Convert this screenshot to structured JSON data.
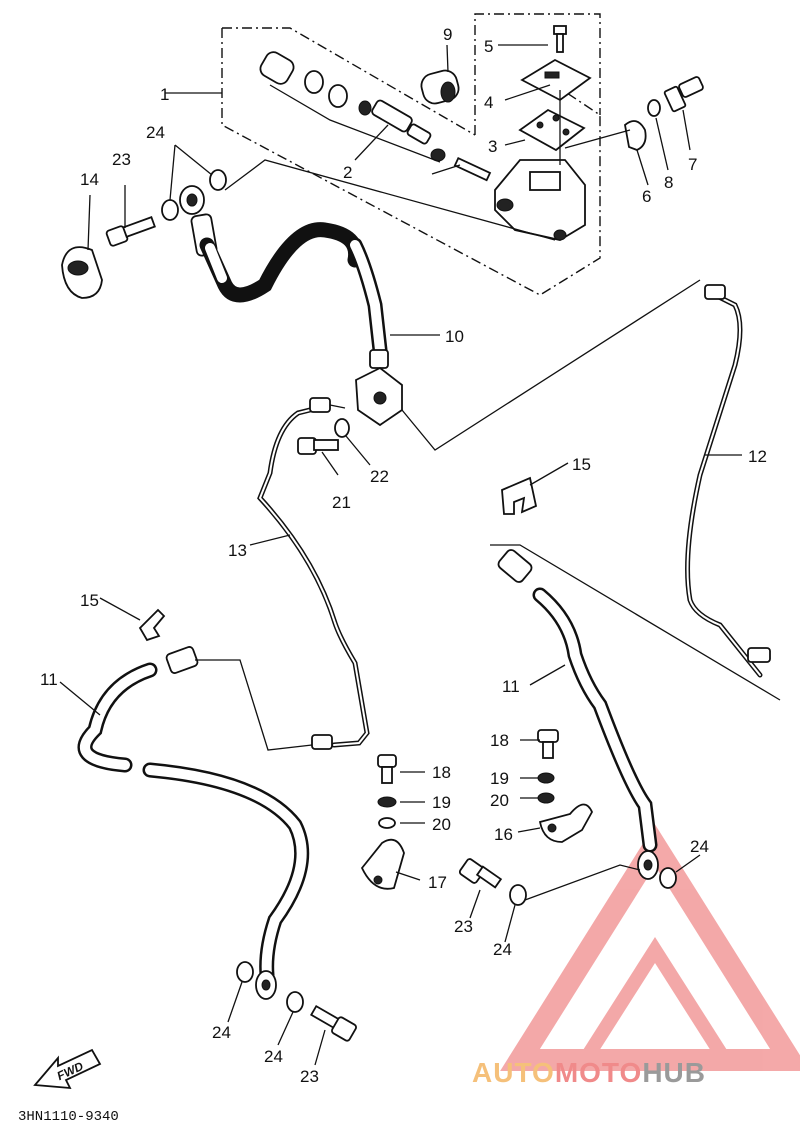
{
  "diagram": {
    "drawing_code": "3HN1110-9340",
    "forward_label": "FWD",
    "callouts": [
      {
        "id": "c1",
        "text": "1"
      },
      {
        "id": "c2",
        "text": "2"
      },
      {
        "id": "c3",
        "text": "3"
      },
      {
        "id": "c4",
        "text": "4"
      },
      {
        "id": "c5",
        "text": "5"
      },
      {
        "id": "c6",
        "text": "6"
      },
      {
        "id": "c7",
        "text": "7"
      },
      {
        "id": "c8",
        "text": "8"
      },
      {
        "id": "c9",
        "text": "9"
      },
      {
        "id": "c10",
        "text": "10"
      },
      {
        "id": "c11a",
        "text": "11"
      },
      {
        "id": "c11b",
        "text": "11"
      },
      {
        "id": "c12",
        "text": "12"
      },
      {
        "id": "c13",
        "text": "13"
      },
      {
        "id": "c14",
        "text": "14"
      },
      {
        "id": "c15a",
        "text": "15"
      },
      {
        "id": "c15b",
        "text": "15"
      },
      {
        "id": "c16",
        "text": "16"
      },
      {
        "id": "c17",
        "text": "17"
      },
      {
        "id": "c18a",
        "text": "18"
      },
      {
        "id": "c18b",
        "text": "18"
      },
      {
        "id": "c19a",
        "text": "19"
      },
      {
        "id": "c19b",
        "text": "19"
      },
      {
        "id": "c20a",
        "text": "20"
      },
      {
        "id": "c20b",
        "text": "20"
      },
      {
        "id": "c21",
        "text": "21"
      },
      {
        "id": "c22",
        "text": "22"
      },
      {
        "id": "c23a",
        "text": "23"
      },
      {
        "id": "c23b",
        "text": "23"
      },
      {
        "id": "c23c",
        "text": "23"
      },
      {
        "id": "c24a",
        "text": "24"
      },
      {
        "id": "c24b",
        "text": "24"
      },
      {
        "id": "c24c",
        "text": "24"
      },
      {
        "id": "c24d",
        "text": "24"
      },
      {
        "id": "c24e",
        "text": "24"
      }
    ]
  },
  "watermark": {
    "part1": "AUTO",
    "part2": "MOTO",
    "part3": "HUB",
    "color_part1": "#f5c07a",
    "color_part2": "#f08a8a",
    "color_part3": "#9a9a9a",
    "logo_color": "#f29a9a"
  }
}
